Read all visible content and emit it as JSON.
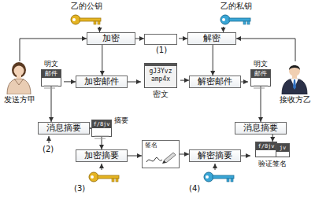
{
  "diagram": {
    "nodes": [
      {
        "text": [
          "乙的公钥"
        ]
      },
      {
        "text": [
          "乙的私钥"
        ]
      },
      {
        "text": [
          "加密"
        ]
      },
      {
        "text": [
          "(1)"
        ]
      },
      {
        "text": [
          "解密"
        ]
      },
      {
        "text": [
          "发送方甲"
        ]
      },
      {
        "text": [
          "明文",
          "邮件"
        ]
      },
      {
        "text": [
          "加密邮件"
        ]
      },
      {
        "text": [
          "gJ3Yvz amp4x",
          "密文"
        ]
      },
      {
        "text": [
          "解密邮件"
        ]
      },
      {
        "text": [
          "明文",
          "邮件"
        ]
      },
      {
        "text": [
          "接收方乙"
        ]
      },
      {
        "text": [
          "消息摘要"
        ]
      },
      {
        "text": [
          "f/8jv",
          "摘要"
        ]
      },
      {
        "text": [
          "消息摘要"
        ]
      },
      {
        "text": [
          "加密摘要"
        ]
      },
      {
        "text": [
          "签名"
        ]
      },
      {
        "text": [
          "解密摘要"
        ]
      },
      {
        "text": [
          "f/8jv",
          "jv",
          "验证签名"
        ]
      }
    ],
    "edges": [
      {
        "from": 0,
        "to": 2,
        "arrow": "to"
      },
      {
        "from": 1,
        "to": 4,
        "arrow": "to"
      },
      {
        "from": 2,
        "to": 3,
        "arrow": "to"
      },
      {
        "from": 3,
        "to": 4,
        "arrow": "to"
      },
      {
        "from": 5,
        "to": 2,
        "arrow": "to"
      },
      {
        "from": 11,
        "to": 4,
        "arrow": "to"
      },
      {
        "from": 2,
        "to": 7,
        "arrow": "to"
      },
      {
        "from": 4,
        "to": 9,
        "arrow": "to"
      },
      {
        "from": 6,
        "to": 7,
        "arrow": "to"
      },
      {
        "from": 7,
        "to": 8,
        "arrow": "to"
      },
      {
        "from": 8,
        "to": 9,
        "arrow": "to"
      },
      {
        "from": 9,
        "to": 10,
        "arrow": "to"
      },
      {
        "from": 6,
        "to": 12,
        "arrow": "to"
      },
      {
        "from": 12,
        "to": 13,
        "arrow": "to"
      },
      {
        "from": 13,
        "to": 15,
        "arrow": "to"
      },
      {
        "from": 15,
        "to": 16,
        "arrow": "to"
      },
      {
        "from": 16,
        "to": 17,
        "arrow": "to"
      },
      {
        "from": 17,
        "to": 18,
        "arrow": "to"
      },
      {
        "from": 10,
        "to": 14,
        "arrow": "to"
      },
      {
        "from": 14,
        "to": 18,
        "arrow": "to"
      }
    ],
    "labels": [
      "(2)",
      "(3)",
      "(4)"
    ]
  }
}
